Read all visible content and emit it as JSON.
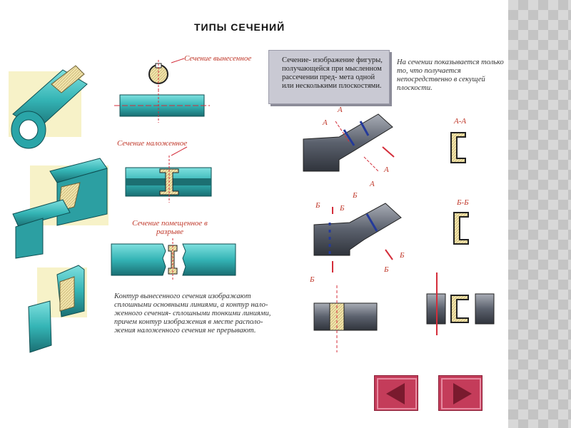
{
  "title": "ТИПЫ СЕЧЕНИЙ",
  "labels": {
    "external": "Сечение вынесенное",
    "superimposed": "Сечение наложенное",
    "in_break": "Сечение помещенное в разрыве"
  },
  "definition": "Сечение- изображение фигуры, получающейся при мысленном рассечении пред- мета одной или несколькими плоскостями.",
  "note": "На сечении показывается только то, что получается непосредственно в секущей плоскости.",
  "contour_note": "Контур вынесенного сечения изображают сплошными основными линиями, а контур нало- женного сечения- сплошными тонкими линиями, причем контур изображения в месте располо- жения наложенного сечения не прерывают.",
  "section_marks": {
    "a": "А",
    "aa": "А-А",
    "b": "Б",
    "bb": "Б-Б"
  },
  "nav": {
    "prev": "previous-slide",
    "next": "next-slide"
  },
  "colors": {
    "teal": "#3fbfbf",
    "dark_teal": "#1c7f82",
    "hatch": "#f0e2a6",
    "red": "#d42d3a",
    "steel": "#5c6270",
    "nav": "#c43c5a"
  }
}
